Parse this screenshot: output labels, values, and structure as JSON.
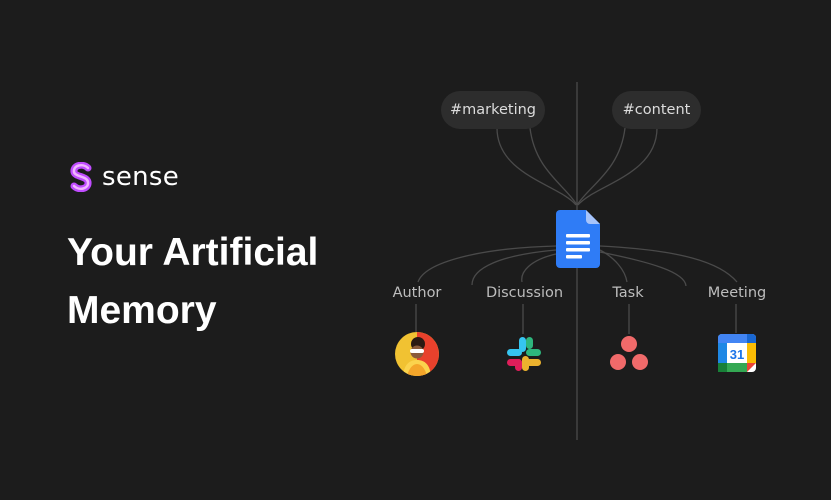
{
  "brand": {
    "name": "sense",
    "accent": "#c04cff"
  },
  "headline": {
    "line1": "Your Artificial",
    "line2": "Memory"
  },
  "tags": {
    "marketing": "#marketing",
    "content": "#content"
  },
  "center_icon": "google-docs-icon",
  "labels": {
    "author": "Author",
    "discussion": "Discussion",
    "task": "Task",
    "meeting": "Meeting"
  },
  "apps": {
    "author": "author-avatar-icon",
    "discussion": "slack-icon",
    "task": "asana-icon",
    "meeting": "google-calendar-icon",
    "calendar_day": "31"
  },
  "colors": {
    "background": "#1c1c1c",
    "tag_bg": "#2d2d2d",
    "wire": "#4a4a4a",
    "docs_blue": "#2f7cf6"
  }
}
